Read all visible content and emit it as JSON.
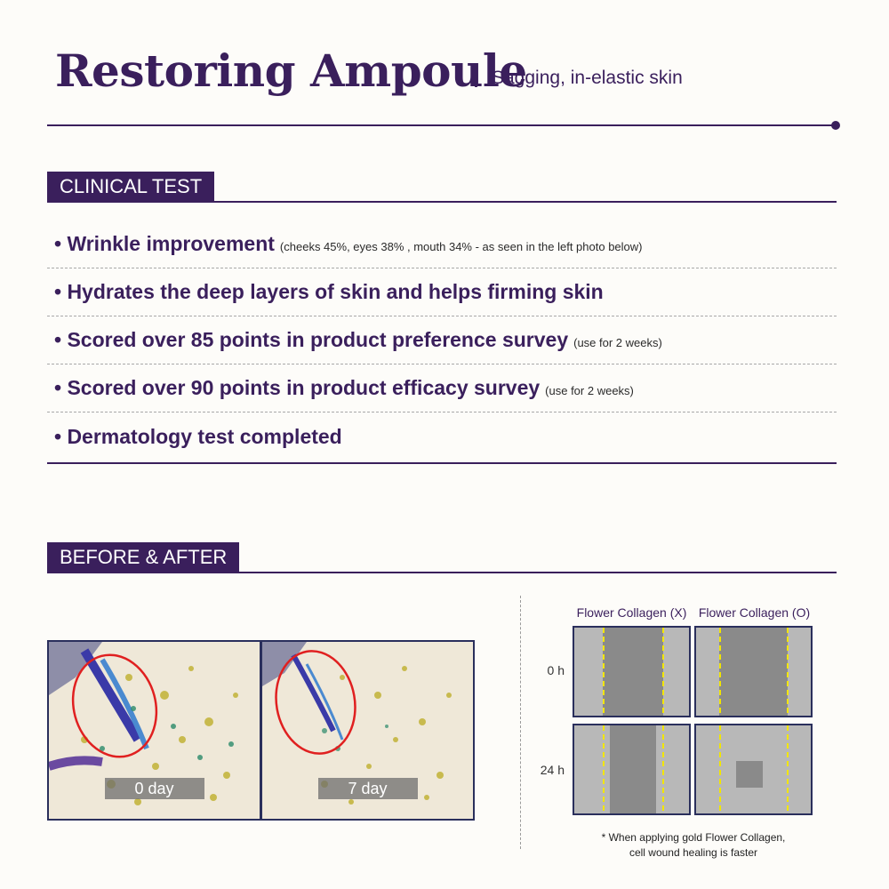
{
  "header": {
    "title": "Restoring Ampoule",
    "subtitle": "Sagging, in-elastic skin"
  },
  "clinical_test": {
    "heading": "CLINICAL TEST",
    "items": [
      {
        "main": "• Wrinkle improvement",
        "note": "(cheeks 45%, eyes 38% , mouth  34% - as seen in the left photo below)"
      },
      {
        "main": "• Hydrates the deep layers of skin and helps firming skin",
        "note": ""
      },
      {
        "main": "• Scored over 85 points in product preference survey",
        "note": "(use for 2 weeks)"
      },
      {
        "main": "• Scored over 90 points in product efficacy survey",
        "note": "(use for 2 weeks)"
      },
      {
        "main": "•  Dermatology test completed",
        "note": ""
      }
    ]
  },
  "before_after": {
    "heading": "BEFORE & AFTER",
    "photos": [
      {
        "label": "0 day"
      },
      {
        "label": "7 day"
      }
    ],
    "cell_test": {
      "columns": [
        "Flower Collagen (X)",
        "Flower Collagen (O)"
      ],
      "rows": [
        "0 h",
        "24 h"
      ],
      "footnote_line1": "* When applying gold Flower Collagen,",
      "footnote_line2": "cell wound healing is faster"
    }
  },
  "colors": {
    "brand_purple": "#3a1f5c",
    "marker_yellow": "#f2e600",
    "circle_red": "#e02020"
  }
}
